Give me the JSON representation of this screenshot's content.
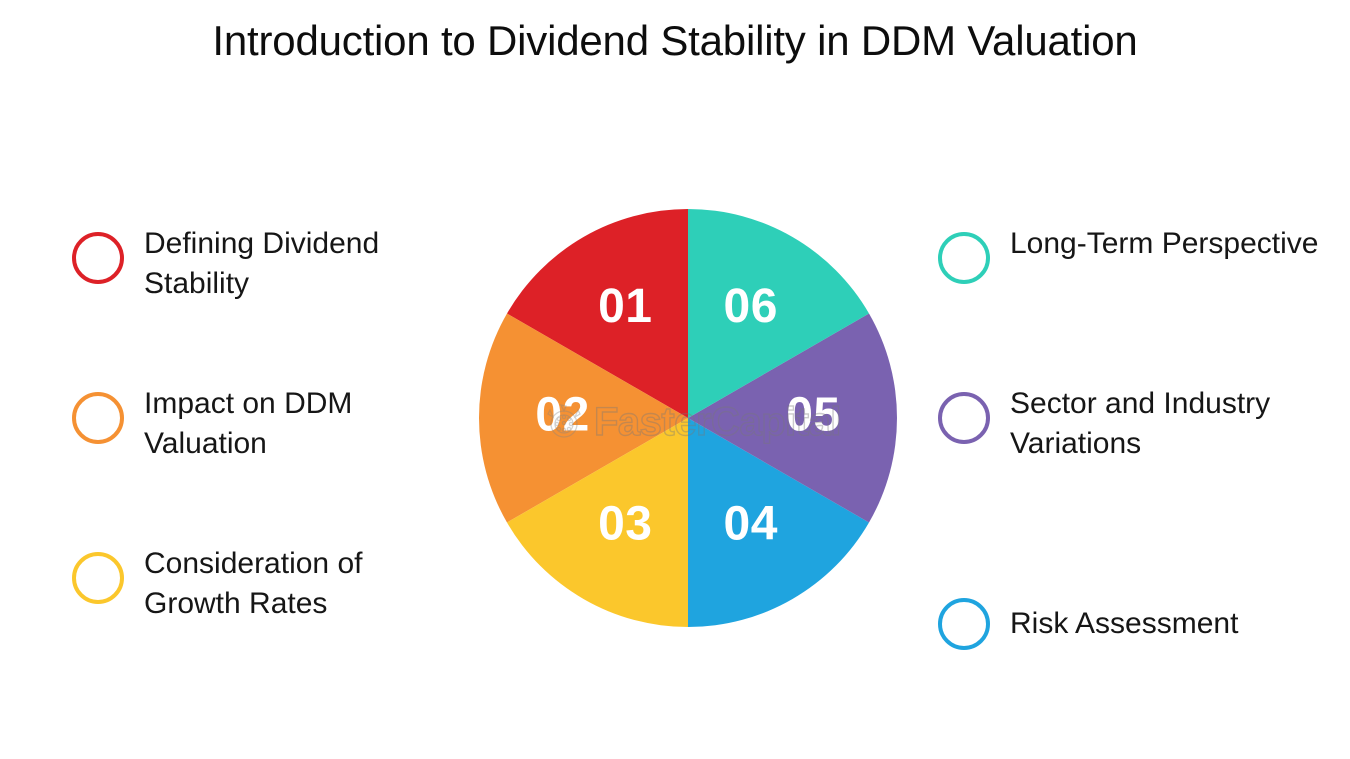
{
  "slide": {
    "title": "Introduction to Dividend Stability in DDM Valuation",
    "background": "#ffffff"
  },
  "watermark": {
    "text": "FasterCapital",
    "mark": "gear-logo-icon"
  },
  "legend": {
    "left": [
      {
        "number": "01",
        "label": "Defining Dividend Stability",
        "color": "#dd2127",
        "icon": "circle-outline-icon"
      },
      {
        "number": "02",
        "label": "Impact on DDM Valuation",
        "color": "#f59133",
        "icon": "circle-outline-icon"
      },
      {
        "number": "03",
        "label": "Consideration of Growth Rates",
        "color": "#fbc72c",
        "icon": "circle-outline-icon"
      }
    ],
    "right": [
      {
        "number": "06",
        "label": "Long-Term Perspective",
        "color": "#2ecfb8",
        "icon": "circle-outline-icon"
      },
      {
        "number": "05",
        "label": "Sector and Industry Variations",
        "color": "#7a62b0",
        "icon": "circle-outline-icon"
      },
      {
        "number": "04",
        "label": "Risk Assessment",
        "color": "#1fa4df",
        "icon": "circle-outline-icon"
      }
    ]
  },
  "chart_data": {
    "type": "pie",
    "title": "Introduction to Dividend Stability in DDM Valuation",
    "legend_position": "both-sides",
    "grid": false,
    "total": 6,
    "categories": [
      "Defining Dividend Stability",
      "Impact on DDM Valuation",
      "Consideration of Growth Rates",
      "Risk Assessment",
      "Sector and Industry Variations",
      "Long-Term Perspective"
    ],
    "values": [
      16.67,
      16.67,
      16.67,
      16.67,
      16.67,
      16.67
    ],
    "labels": [
      "01",
      "02",
      "03",
      "04",
      "05",
      "06"
    ],
    "colors": [
      "#dd2127",
      "#f59133",
      "#fbc72c",
      "#1fa4df",
      "#7a62b0",
      "#2ecfb8"
    ],
    "slices": [
      {
        "label": "01",
        "category": "Defining Dividend Stability",
        "value": 16.67,
        "color": "#dd2127",
        "start_angle": 300,
        "end_angle": 360
      },
      {
        "label": "02",
        "category": "Impact on DDM Valuation",
        "value": 16.67,
        "color": "#f59133",
        "start_angle": 240,
        "end_angle": 300
      },
      {
        "label": "03",
        "category": "Consideration of Growth Rates",
        "value": 16.67,
        "color": "#fbc72c",
        "start_angle": 180,
        "end_angle": 240
      },
      {
        "label": "04",
        "category": "Risk Assessment",
        "value": 16.67,
        "color": "#1fa4df",
        "start_angle": 120,
        "end_angle": 180
      },
      {
        "label": "05",
        "category": "Sector and Industry Variations",
        "value": 16.67,
        "color": "#7a62b0",
        "start_angle": 60,
        "end_angle": 120
      },
      {
        "label": "06",
        "category": "Long-Term Perspective",
        "value": 16.67,
        "color": "#2ecfb8",
        "start_angle": 0,
        "end_angle": 60
      }
    ]
  }
}
